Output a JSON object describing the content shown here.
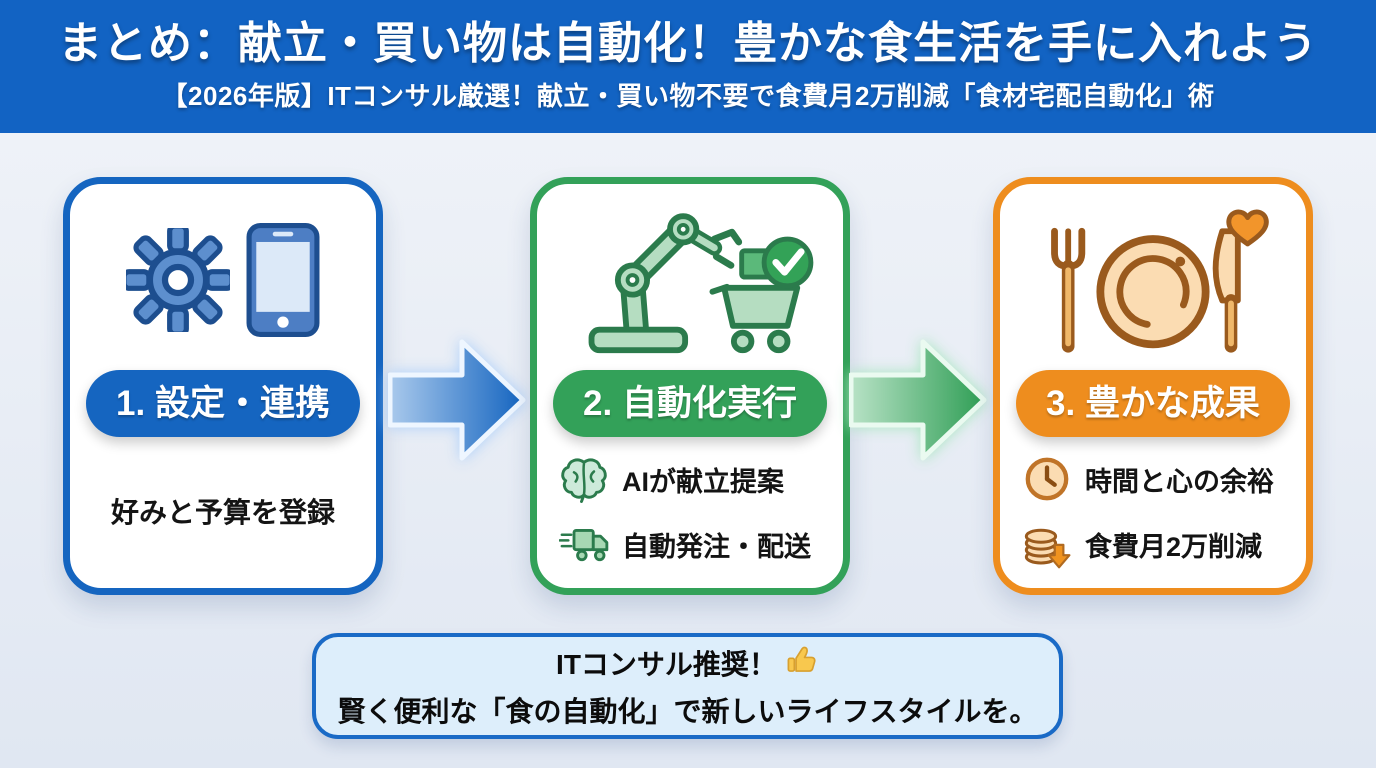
{
  "header": {
    "title": "まとめ：献立・買い物は自動化！豊かな食生活を手に入れよう",
    "subtitle": "【2026年版】ITコンサル厳選！献立・買い物不要で食費月2万削減「食材宅配自動化」術"
  },
  "steps": [
    {
      "badge": "1. 設定・連携",
      "description": "好みと予算を登録",
      "icons": [
        "gear-icon",
        "smartphone-icon"
      ],
      "accent": "#1565c0"
    },
    {
      "badge": "2. 自動化実行",
      "icons": [
        "robot-arm-icon",
        "shopping-cart-check-icon"
      ],
      "items": [
        {
          "icon": "brain-icon",
          "label": "AIが献立提案"
        },
        {
          "icon": "delivery-truck-icon",
          "label": "自動発注・配送"
        }
      ],
      "accent": "#33a159"
    },
    {
      "badge": "3. 豊かな成果",
      "icons": [
        "fork-icon",
        "plate-icon",
        "knife-icon",
        "heart-icon"
      ],
      "items": [
        {
          "icon": "clock-icon",
          "label": "時間と心の余裕"
        },
        {
          "icon": "coins-decrease-icon",
          "label": "食費月2万削減"
        }
      ],
      "accent": "#ee8d1e"
    }
  ],
  "arrows": [
    {
      "direction": "right",
      "color": "#1565c0"
    },
    {
      "direction": "right",
      "color": "#2f9e55"
    }
  ],
  "footer": {
    "line1": "ITコンサル推奨！",
    "line1_icon": "thumbs-up-icon",
    "line2": "賢く便利な「食の自動化」で新しいライフスタイルを。"
  },
  "colors": {
    "header-blue": "#1263c3",
    "c1": "#1565c0",
    "c2": "#33a159",
    "c3": "#ee8d1e",
    "note-bg": "#ddeefb",
    "note-border": "#1a6ac6",
    "ink": "#141414"
  }
}
